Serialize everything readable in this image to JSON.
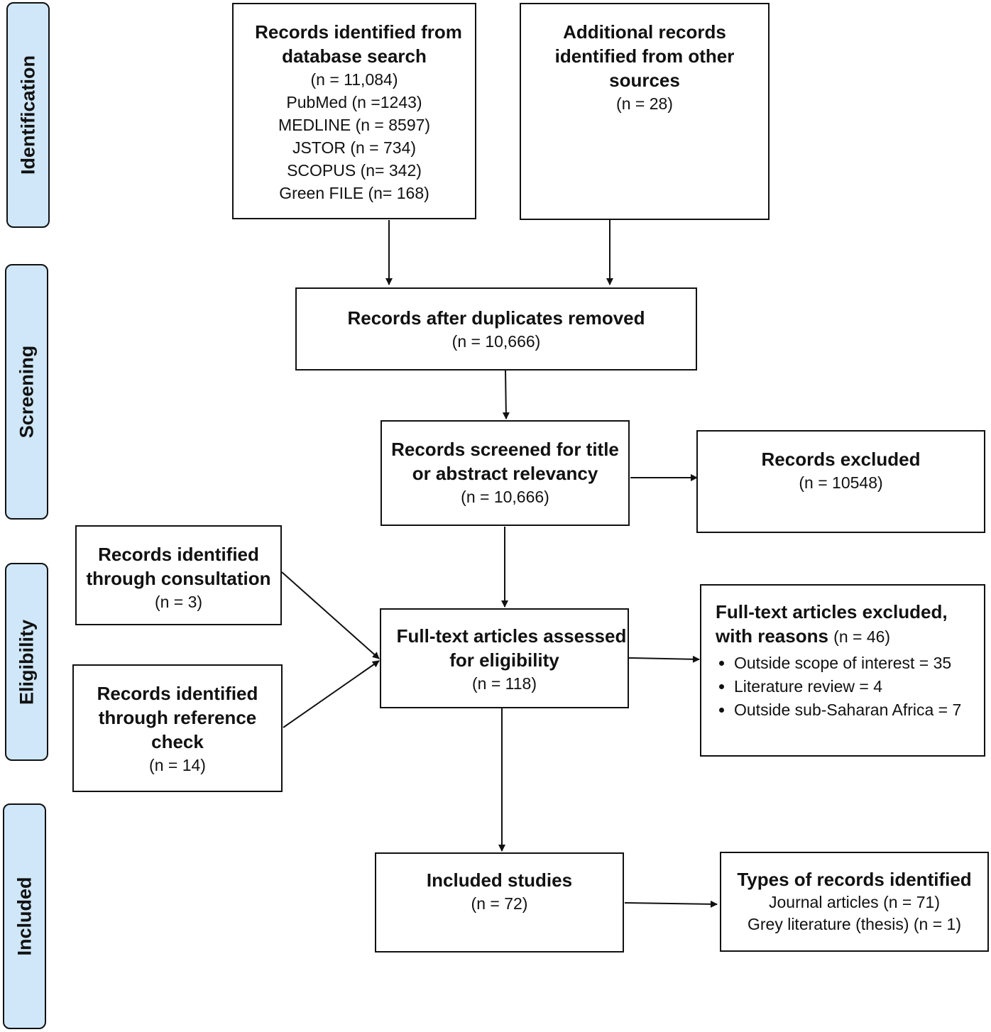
{
  "phases": {
    "identification": "Identification",
    "screening": "Screening",
    "eligibility": "Eligibility",
    "included": "Included"
  },
  "db_search": {
    "title_line1": "Records identified from",
    "title_line2": "database search",
    "n": "(n = 11,084)",
    "sources": [
      "PubMed (n =1243)",
      "MEDLINE (n = 8597)",
      "JSTOR (n = 734)",
      "SCOPUS (n= 342)",
      "Green FILE (n= 168)"
    ]
  },
  "other_sources": {
    "title_line1": "Additional records",
    "title_line2": "identified from other",
    "title_line3": "sources",
    "n": "(n = 28)"
  },
  "duplicates_removed": {
    "title": "Records after duplicates removed",
    "n": "(n = 10,666)"
  },
  "screened": {
    "title_line1": "Records screened for title",
    "title_line2": "or abstract relevancy",
    "n": "(n = 10,666)"
  },
  "excluded": {
    "title": "Records excluded",
    "n": "(n = 10548)"
  },
  "consultation": {
    "title_line1": "Records identified",
    "title_line2": "through consultation",
    "n": "(n = 3)"
  },
  "reference_check": {
    "title_line1": "Records identified",
    "title_line2": "through reference",
    "title_line3": "check",
    "n": "(n = 14)"
  },
  "fulltext": {
    "title_line1": "Full-text articles assessed",
    "title_line2": "for eligibility",
    "n": "(n = 118)"
  },
  "fulltext_excluded": {
    "title_line1": "Full-text articles excluded,",
    "title_line2": "with reasons",
    "n": "(n = 46)",
    "reasons": [
      "Outside scope of interest = 35",
      "Literature review = 4",
      "Outside sub-Saharan Africa = 7"
    ]
  },
  "included_studies": {
    "title": "Included studies",
    "n": "(n = 72)"
  },
  "record_types": {
    "title": "Types of records identified",
    "items": [
      "Journal articles (n = 71)",
      "Grey literature (thesis) (n = 1)"
    ]
  }
}
